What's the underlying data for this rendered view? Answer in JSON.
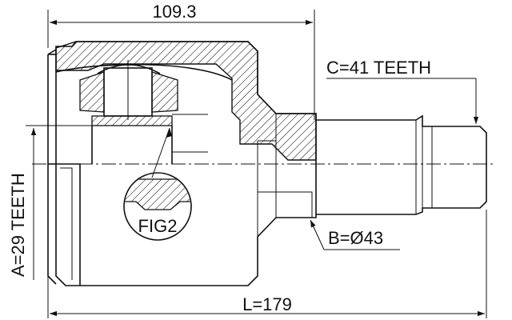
{
  "dimensions": {
    "top_length": "109.3",
    "overall_length": "L=179",
    "spline_teeth_outer": "C=41 TEETH",
    "spline_teeth_inner": "A=29 TEETH",
    "shaft_diameter": "B=Ø43"
  },
  "callouts": {
    "detail": "FIG2"
  }
}
